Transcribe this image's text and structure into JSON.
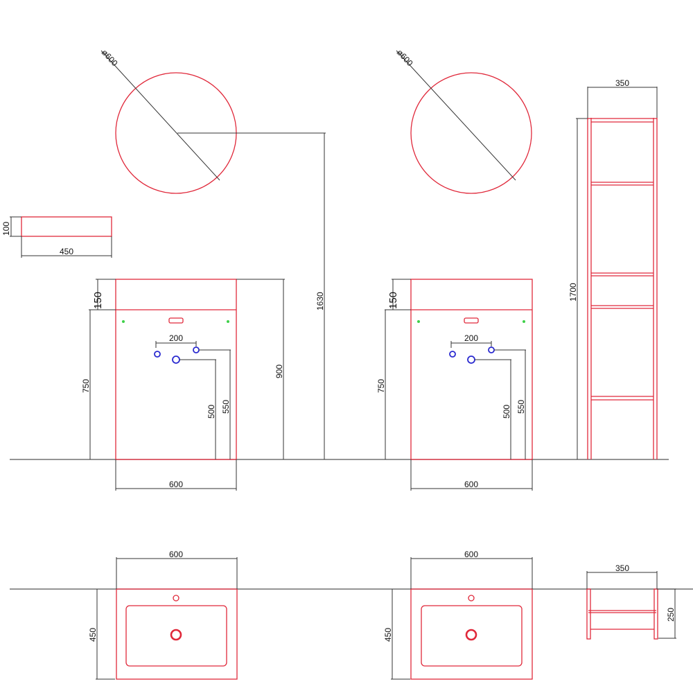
{
  "drawing": {
    "colors": {
      "outline": "#e0283a",
      "dimension": "#333333",
      "pipe": "#2a2ad0",
      "fixing_point": "#3fd04a"
    },
    "elevation_left": {
      "mirror_diameter": "ø600",
      "shelf_height": "100",
      "shelf_width": "450",
      "basin_height": "150",
      "cabinet_height": "750",
      "pipe_spacing": "200",
      "pipe_height_1": "500",
      "pipe_height_2": "550",
      "total_height": "900",
      "mirror_center_height": "1630",
      "unit_width": "600"
    },
    "elevation_right": {
      "mirror_diameter": "ø600",
      "basin_height": "150",
      "cabinet_height": "750",
      "pipe_spacing": "200",
      "pipe_height_1": "500",
      "pipe_height_2": "550",
      "unit_width": "600"
    },
    "tall_unit_elevation": {
      "width": "350",
      "height": "1700"
    },
    "plan_left": {
      "width": "600",
      "depth": "450"
    },
    "plan_right": {
      "width": "600",
      "depth": "450"
    },
    "plan_tall_unit": {
      "width": "350",
      "depth": "250"
    }
  }
}
